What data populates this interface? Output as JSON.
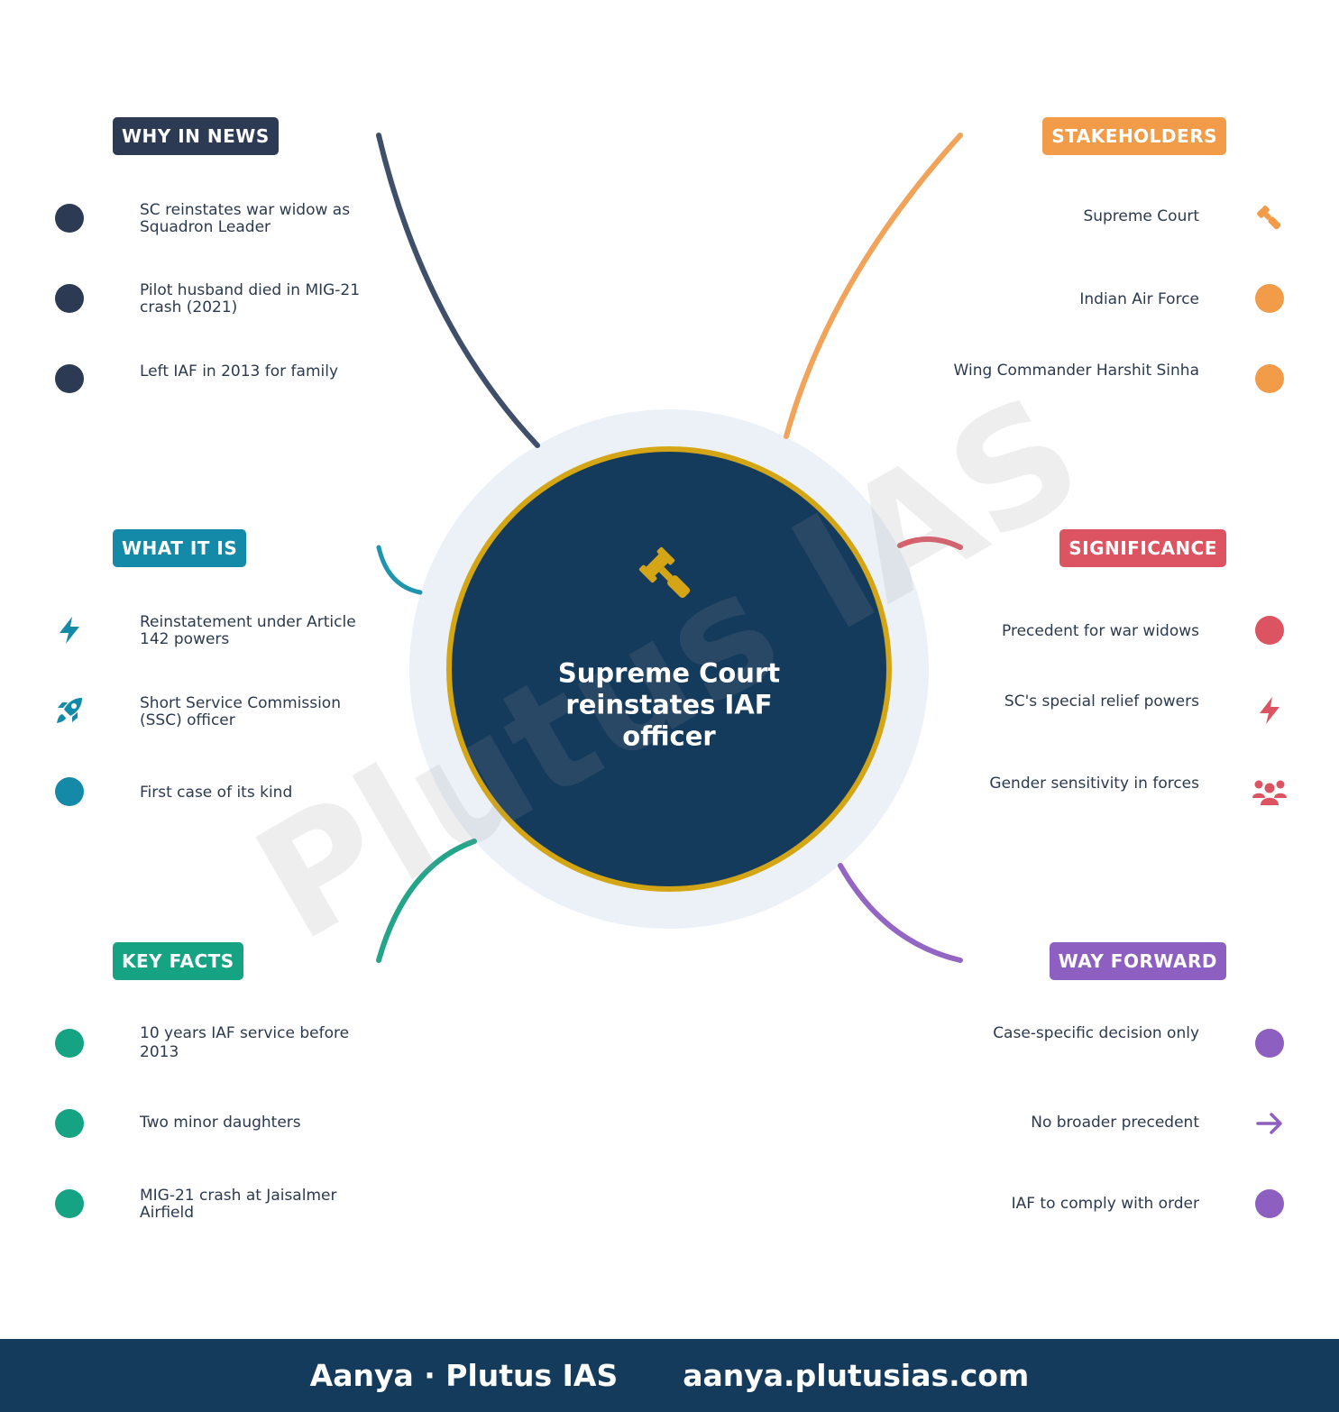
{
  "center": {
    "title": "Supreme Court reinstates IAF officer",
    "icon": "gavel-icon",
    "fill_color": "#143a5c",
    "ring_color": "#d4a514",
    "halo_color": "#ecf1f8"
  },
  "watermark": "Plutus IAS",
  "branches": {
    "why_in_news": {
      "title": "WHY IN NEWS",
      "color": "#2c3a54",
      "items": [
        {
          "text": "SC reinstates war widow as Squadron Leader",
          "icon": "circle-icon"
        },
        {
          "text": "Pilot husband died in MIG-21 crash (2021)",
          "icon": "circle-icon"
        },
        {
          "text": "Left IAF in 2013 for family",
          "icon": "circle-icon"
        }
      ]
    },
    "what_it_is": {
      "title": "WHAT IT IS",
      "color": "#148aa8",
      "items": [
        {
          "text": "Reinstatement under Article 142 powers",
          "icon": "bolt-icon"
        },
        {
          "text": "Short Service Commission (SSC) officer",
          "icon": "rocket-icon"
        },
        {
          "text": "First case of its kind",
          "icon": "circle-icon"
        }
      ]
    },
    "key_facts": {
      "title": "KEY FACTS",
      "color": "#16a383",
      "items": [
        {
          "text": "10 years IAF service before 2013",
          "icon": "circle-icon"
        },
        {
          "text": "Two minor daughters",
          "icon": "circle-icon"
        },
        {
          "text": "MIG-21 crash at Jaisalmer Airfield",
          "icon": "circle-icon"
        }
      ]
    },
    "stakeholders": {
      "title": "STAKEHOLDERS",
      "color": "#f29c4a",
      "items": [
        {
          "text": "Supreme Court",
          "icon": "gavel-icon"
        },
        {
          "text": "Indian Air Force",
          "icon": "circle-icon"
        },
        {
          "text": "Wing Commander Harshit Sinha",
          "icon": "circle-icon"
        }
      ]
    },
    "significance": {
      "title": "SIGNIFICANCE",
      "color": "#dc5461",
      "items": [
        {
          "text": "Precedent for war widows",
          "icon": "circle-icon"
        },
        {
          "text": "SC's special relief powers",
          "icon": "bolt-icon"
        },
        {
          "text": "Gender sensitivity in forces",
          "icon": "people-icon"
        }
      ]
    },
    "way_forward": {
      "title": "WAY FORWARD",
      "color": "#8d5fc0",
      "items": [
        {
          "text": "Case-specific decision only",
          "icon": "circle-icon"
        },
        {
          "text": "No broader precedent",
          "icon": "arrow-right-icon"
        },
        {
          "text": "IAF to comply with order",
          "icon": "circle-icon"
        }
      ]
    }
  },
  "footer": {
    "brand": "Aanya · Plutus IAS",
    "url": "aanya.plutusias.com",
    "background": "#143a5c"
  }
}
